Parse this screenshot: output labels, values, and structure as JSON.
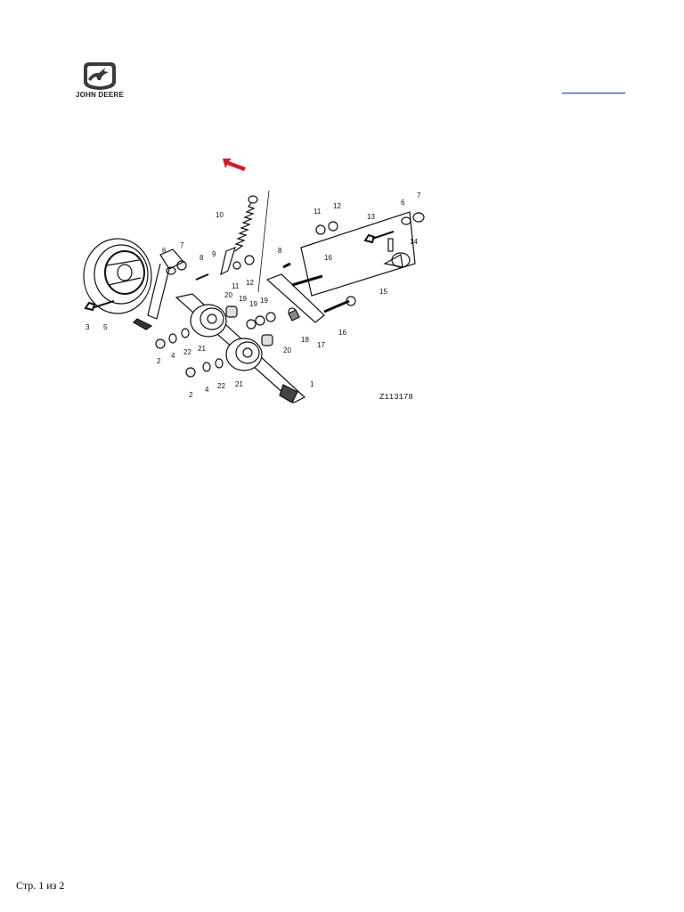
{
  "header": {
    "brand_text": "JOHN DEERE",
    "link_text": ""
  },
  "diagram": {
    "drawing_id": "Z113178",
    "callouts": [
      "1",
      "2",
      "2",
      "3",
      "4",
      "4",
      "5",
      "6",
      "6",
      "7",
      "7",
      "8",
      "8",
      "9",
      "10",
      "11",
      "11",
      "12",
      "12",
      "13",
      "14",
      "15",
      "16",
      "16",
      "17",
      "18",
      "19",
      "19",
      "19",
      "20",
      "20",
      "21",
      "21",
      "22",
      "22"
    ]
  },
  "footer": {
    "page_text": "Стр. 1 из 2"
  },
  "colors": {
    "accent_arrow": "#d6192c",
    "link": "#1a23d6",
    "ink": "#111111"
  }
}
